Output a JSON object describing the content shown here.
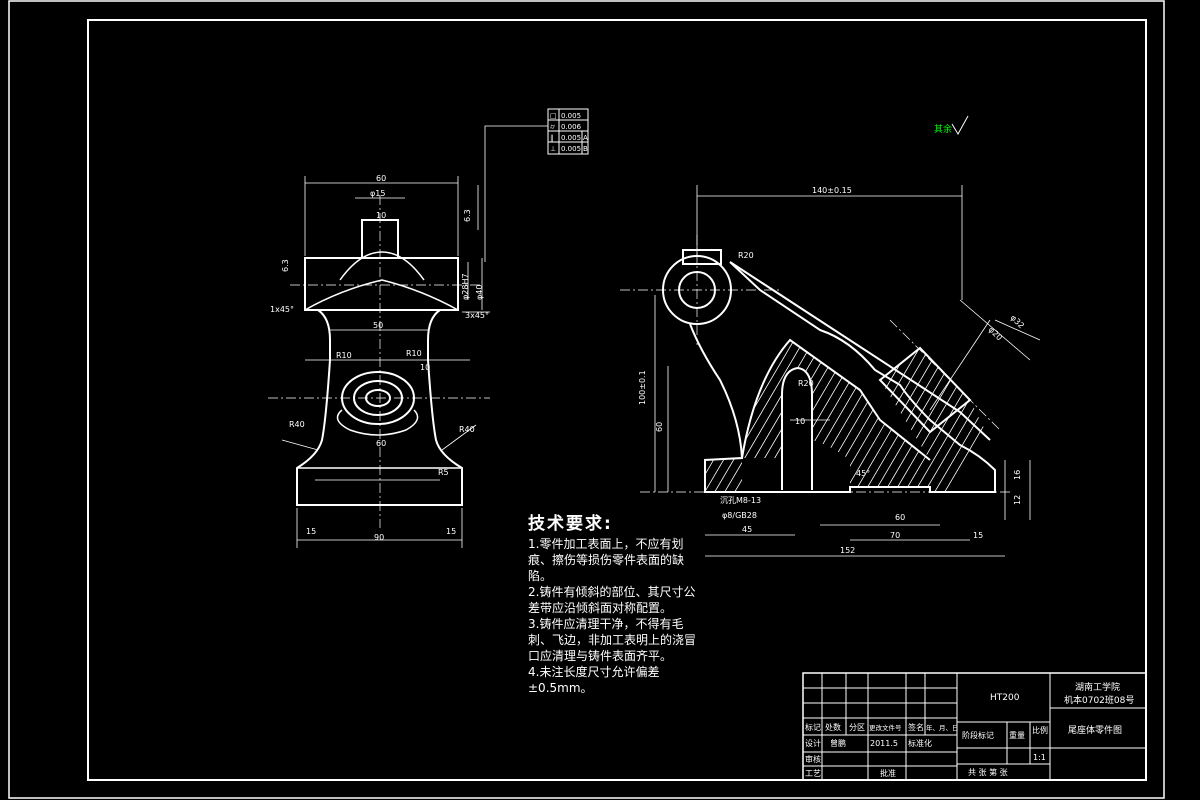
{
  "colors": {
    "background": "#000000",
    "line": "#ffffff",
    "accent": "#00ff00"
  },
  "front_view": {
    "dims": {
      "overall_width": "60",
      "top_dia": "φ15",
      "slot": "10",
      "chamfer_left": "1x45°",
      "chamfer_right": "3x45°",
      "bore": "φ28H7",
      "bore_height": "φ40",
      "neck": "50",
      "r_left": "R10",
      "r_right": "R10",
      "r_bottom_left": "R40",
      "r_bottom_right": "R40",
      "inner": "10",
      "base_height": "60",
      "r_small": "R5",
      "bottom_left": "15",
      "bottom_right": "15",
      "bottom_total": "90",
      "top_left_mark": "6.3",
      "top_right_mark": "6.3"
    }
  },
  "side_view": {
    "dims": {
      "top_length": "140±0.15",
      "r_top": "R20",
      "height_total": "100±0.1",
      "height_inner": "60",
      "r_inner": "R20",
      "angle": "45°",
      "dim_10": "10",
      "dim_45": "45",
      "dim_60": "60",
      "dim_70": "70",
      "dim_152": "152",
      "dim_15": "15",
      "dim_16": "16",
      "dim_12": "12",
      "thread_note_1": "沉孔M8-13",
      "thread_note_2": "φ8/GB28",
      "arm_dim": "φ20",
      "arm_dim_2": "φ32"
    }
  },
  "tolerance_frame": {
    "rows": [
      {
        "symbol": "□",
        "value": "0.005",
        "datum": ""
      },
      {
        "symbol": "⌭",
        "value": "0.006",
        "datum": ""
      },
      {
        "symbol": "∥",
        "value": "0.005",
        "datum": "A"
      },
      {
        "symbol": "⊥",
        "value": "0.005",
        "datum": "B"
      }
    ]
  },
  "roughness_note": "其余",
  "tech_requirements": {
    "title": "技术要求:",
    "items": [
      "1.零件加工表面上，不应有划痕、擦伤等损伤零件表面的缺陷。",
      "2.铸件有倾斜的部位、其尺寸公差带应沿倾斜面对称配置。",
      "3.铸件应清理干净，不得有毛刺、飞边，非加工表明上的浇冒口应清理与铸件表面齐平。",
      "4.未注长度尺寸允许偏差±0.5mm。"
    ]
  },
  "title_block": {
    "material": "HT200",
    "school": "湖南工学院",
    "class": "机本0702班08号",
    "drawing_name": "尾座体零件图",
    "scale_label": "比例",
    "weight_label": "重量",
    "stage_label": "阶段标记",
    "scale_value": "1:1",
    "sheet_info": "共 张 第 张",
    "row_headers": [
      "标记",
      "处数",
      "分区",
      "更改文件号",
      "签名",
      "年、月、日"
    ],
    "design_label": "设计",
    "designer": "曾鹏",
    "date": "2011.5",
    "std_label": "标准化",
    "review_label": "审核",
    "process_label": "工艺",
    "approve_label": "批准"
  }
}
